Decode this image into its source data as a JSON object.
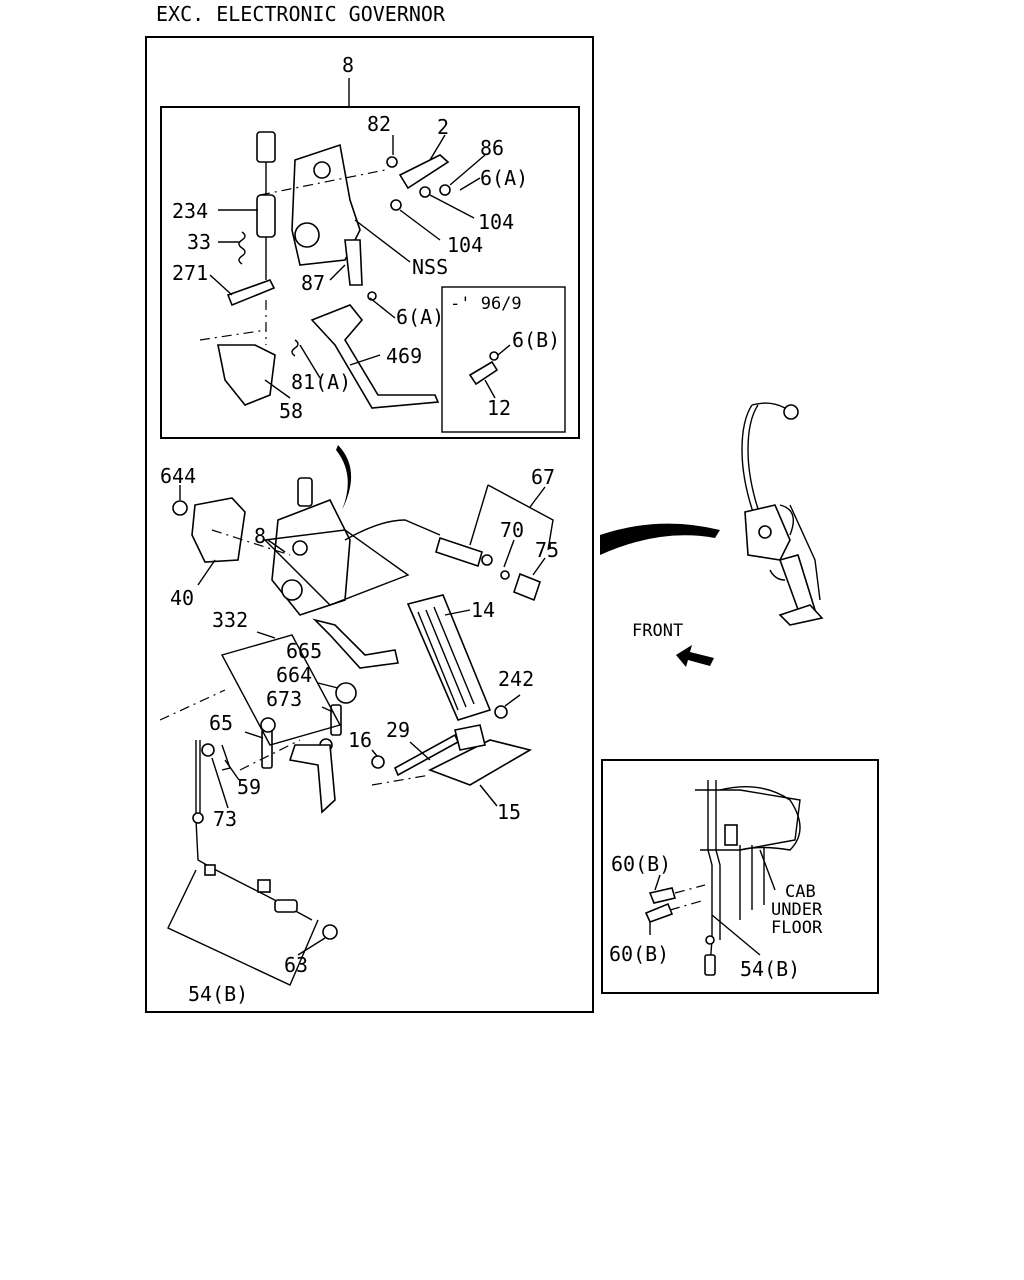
{
  "header": {
    "title": "EXC.  ELECTRONIC GOVERNOR"
  },
  "inset_pre": {
    "label": "-' 96/9"
  },
  "labels": {
    "assy_8_top": "8",
    "p82": "82",
    "p2": "2",
    "p86": "86",
    "p6a_1": "6(A)",
    "p104_1": "104",
    "p104_2": "104",
    "p234": "234",
    "p33": "33",
    "p271": "271",
    "pNSS": "NSS",
    "p87": "87",
    "p6a_2": "6(A)",
    "p6b": "6(B)",
    "p469": "469",
    "p81a": "81(A)",
    "p12": "12",
    "p58": "58",
    "p644": "644",
    "p67": "67",
    "p8_mid": "8",
    "p70": "70",
    "p75": "75",
    "p40": "40",
    "p332": "332",
    "p665": "665",
    "p14": "14",
    "p664": "664",
    "p673": "673",
    "p242": "242",
    "p65": "65",
    "p16": "16",
    "p29": "29",
    "p59": "59",
    "p73": "73",
    "p15": "15",
    "p63": "63",
    "p54b_main": "54(B)",
    "front": "FRONT",
    "p60b_1": "60(B)",
    "p60b_2": "60(B)",
    "p54b_inset": "54(B)",
    "cab1": "CAB",
    "cab2": "UNDER",
    "cab3": "FLOOR"
  }
}
